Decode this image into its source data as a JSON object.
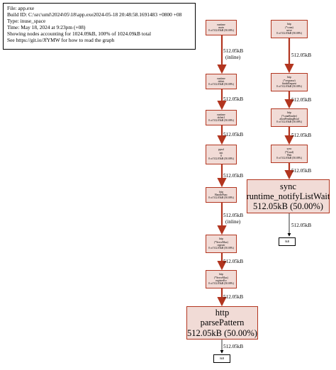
{
  "info": {
    "file": "File: app.exe",
    "build_id": "Build ID: C:\\src\\uml\\2024\\05\\18\\app.exe2024-05-18 20:48:58.1691483 +0800 +08",
    "type": "Type: inuse_space",
    "time": "Time: May 18, 2024 at 9:23pm (+08)",
    "showing": "Showing nodes accounting for 1024.09kB, 100% of 1024.09kB total",
    "see": "See https://git.io/JfYMW for how to read the graph"
  },
  "left_chain": [
    {
      "lines": [
        "runtime",
        "main",
        "0 of 512.05kB (50.00%)"
      ]
    },
    {
      "lines": [
        "runtime",
        "doInit",
        "0 of 512.05kB (50.00%)"
      ]
    },
    {
      "lines": [
        "runtime",
        "doInit1",
        "0 of 512.05kB (50.00%)"
      ]
    },
    {
      "lines": [
        "pprof",
        "init",
        "0",
        "0 of 512.05kB (50.00%)"
      ]
    },
    {
      "lines": [
        "http",
        "HandleFunc",
        "0 of 512.05kB (50.00%)"
      ]
    },
    {
      "lines": [
        "http",
        "(*ServeMux)",
        "register",
        "0 of 512.05kB (50.00%)"
      ]
    },
    {
      "lines": [
        "http",
        "(*ServeMux)",
        "registerErr",
        "0 of 512.05kB (50.00%)"
      ]
    },
    {
      "lines": [
        "http",
        "parsePattern",
        "512.05kB (50.00%)"
      ]
    }
  ],
  "right_chain": [
    {
      "lines": [
        "http",
        "(*conn)",
        "serve",
        "0 of 512.05kB (50.00%)"
      ]
    },
    {
      "lines": [
        "http",
        "(*response)",
        "finishRequest",
        "0 of 512.05kB (50.00%)"
      ]
    },
    {
      "lines": [
        "http",
        "(*connReader)",
        "abortPendingRead",
        "0 of 512.05kB (50.00%)"
      ]
    },
    {
      "lines": [
        "sync",
        "(*Cond)",
        "Wait",
        "0 of 512.05kB (50.00%)"
      ]
    },
    {
      "lines": [
        "sync",
        "runtime_notifyListWait",
        "512.05kB (50.00%)"
      ]
    }
  ],
  "edges_left": [
    {
      "value": "512.05kB",
      "note": "(inline)"
    },
    {
      "value": "512.05kB",
      "note": ""
    },
    {
      "value": "512.05kB",
      "note": ""
    },
    {
      "value": "512.05kB",
      "note": ""
    },
    {
      "value": "512.05kB",
      "note": "(inline)"
    },
    {
      "value": "512.05kB",
      "note": ""
    },
    {
      "value": "512.05kB",
      "note": ""
    },
    {
      "value": "512.05kB",
      "note": ""
    }
  ],
  "edges_right": [
    {
      "value": "512.05kB",
      "note": ""
    },
    {
      "value": "512.05kB",
      "note": ""
    },
    {
      "value": "512.05kB",
      "note": ""
    },
    {
      "value": "512.05kB",
      "note": ""
    },
    {
      "value": "512.05kB",
      "note": ""
    }
  ],
  "leaf_notes": {
    "left": "0kB",
    "right": "0kB"
  },
  "colors": {
    "node_fill": "#f1dbd6",
    "node_border": "#b2351f",
    "edge": "#b2351f",
    "leaf_edge": "#000000"
  }
}
